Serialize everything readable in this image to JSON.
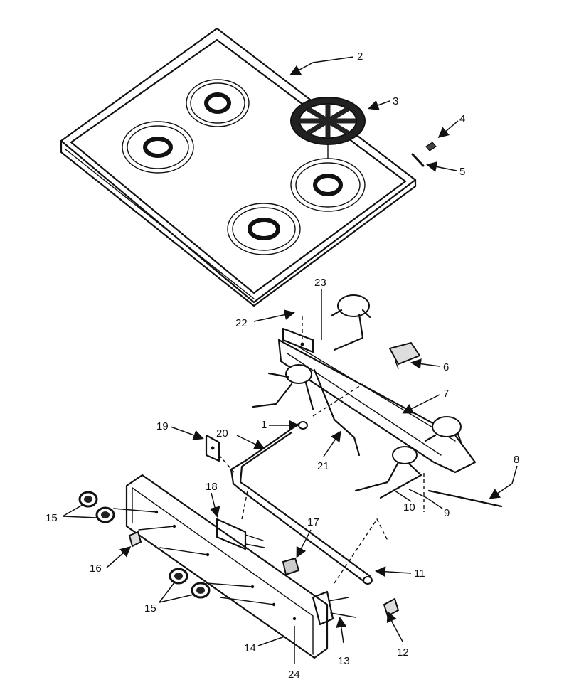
{
  "figure": {
    "callouts": [
      {
        "id": "c1",
        "text": "1"
      },
      {
        "id": "c2",
        "text": "2"
      },
      {
        "id": "c3",
        "text": "3"
      },
      {
        "id": "c4",
        "text": "4"
      },
      {
        "id": "c5",
        "text": "5"
      },
      {
        "id": "c6",
        "text": "6"
      },
      {
        "id": "c7",
        "text": "7"
      },
      {
        "id": "c8",
        "text": "8"
      },
      {
        "id": "c9",
        "text": "9"
      },
      {
        "id": "c10",
        "text": "10"
      },
      {
        "id": "c11",
        "text": "11"
      },
      {
        "id": "c12",
        "text": "12"
      },
      {
        "id": "c13",
        "text": "13"
      },
      {
        "id": "c14",
        "text": "14"
      },
      {
        "id": "c15a",
        "text": "15"
      },
      {
        "id": "c15b",
        "text": "15"
      },
      {
        "id": "c16",
        "text": "16"
      },
      {
        "id": "c17",
        "text": "17"
      },
      {
        "id": "c18",
        "text": "18"
      },
      {
        "id": "c19",
        "text": "19"
      },
      {
        "id": "c20",
        "text": "20"
      },
      {
        "id": "c21",
        "text": "21"
      },
      {
        "id": "c22",
        "text": "22"
      },
      {
        "id": "c23",
        "text": "23"
      },
      {
        "id": "c24",
        "text": "24"
      }
    ]
  }
}
